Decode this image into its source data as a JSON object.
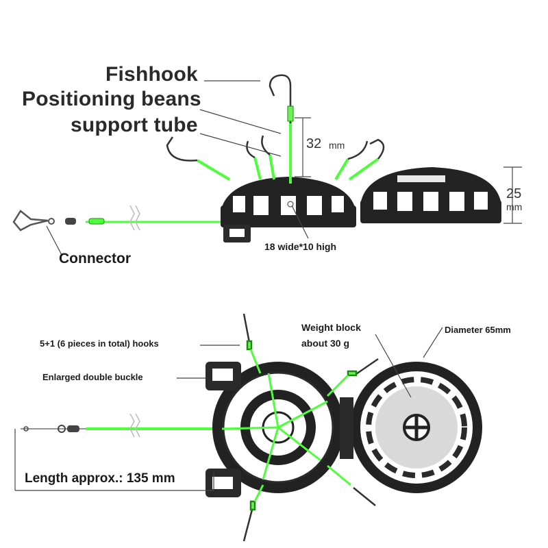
{
  "top": {
    "fishhook": "Fishhook",
    "positioning_beans": "Positioning beans",
    "support_tube": "support tube",
    "connector": "Connector",
    "window_size": "18 wide*10 high",
    "height_32_value": "32",
    "height_32_unit": "mm",
    "height_25_value": "25",
    "height_25_unit": "mm"
  },
  "bottom": {
    "hooks_count": "5+1 (6 pieces in total) hooks",
    "double_buckle": "Enlarged double buckle",
    "weight_block_line1": "Weight block",
    "weight_block_line2": "about 30 g",
    "diameter": "Diameter 65mm",
    "length": "Length approx.: 135 mm"
  },
  "colors": {
    "line_green": "#4dff3a",
    "cage_dark": "#1e1e1e",
    "weight_gray": "#d9d9d9"
  }
}
